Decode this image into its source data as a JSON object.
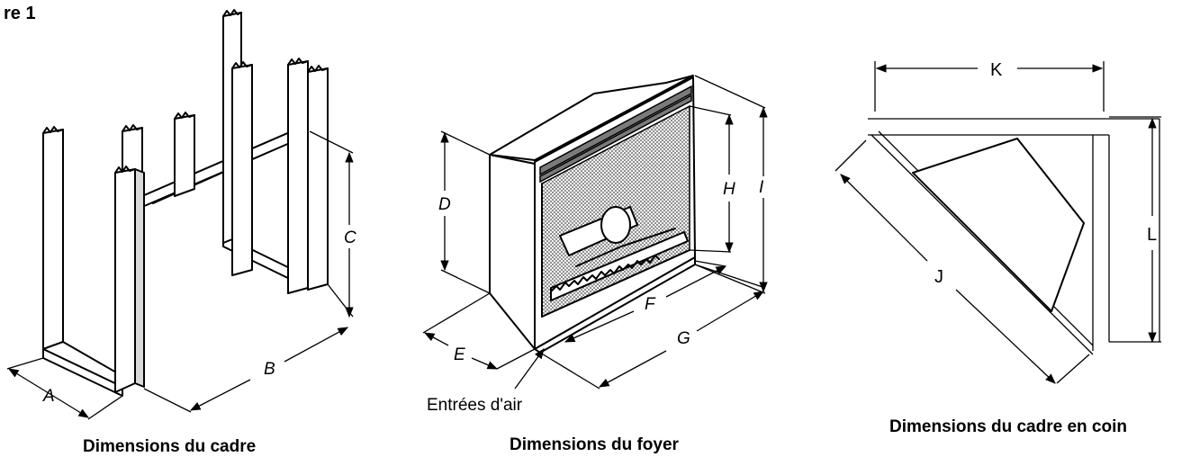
{
  "figure_title": "re 1",
  "captions": {
    "frame": "Dimensions du cadre",
    "firebox": "Dimensions du foyer",
    "corner": "Dimensions du cadre en coin"
  },
  "air_inlet_label": "Entrées d'air",
  "dimension_letters": {
    "a": "A",
    "b": "B",
    "c": "C",
    "d": "D",
    "e": "E",
    "f": "F",
    "g": "G",
    "h": "H",
    "i": "I",
    "j": "J",
    "k": "K",
    "l": "L"
  }
}
